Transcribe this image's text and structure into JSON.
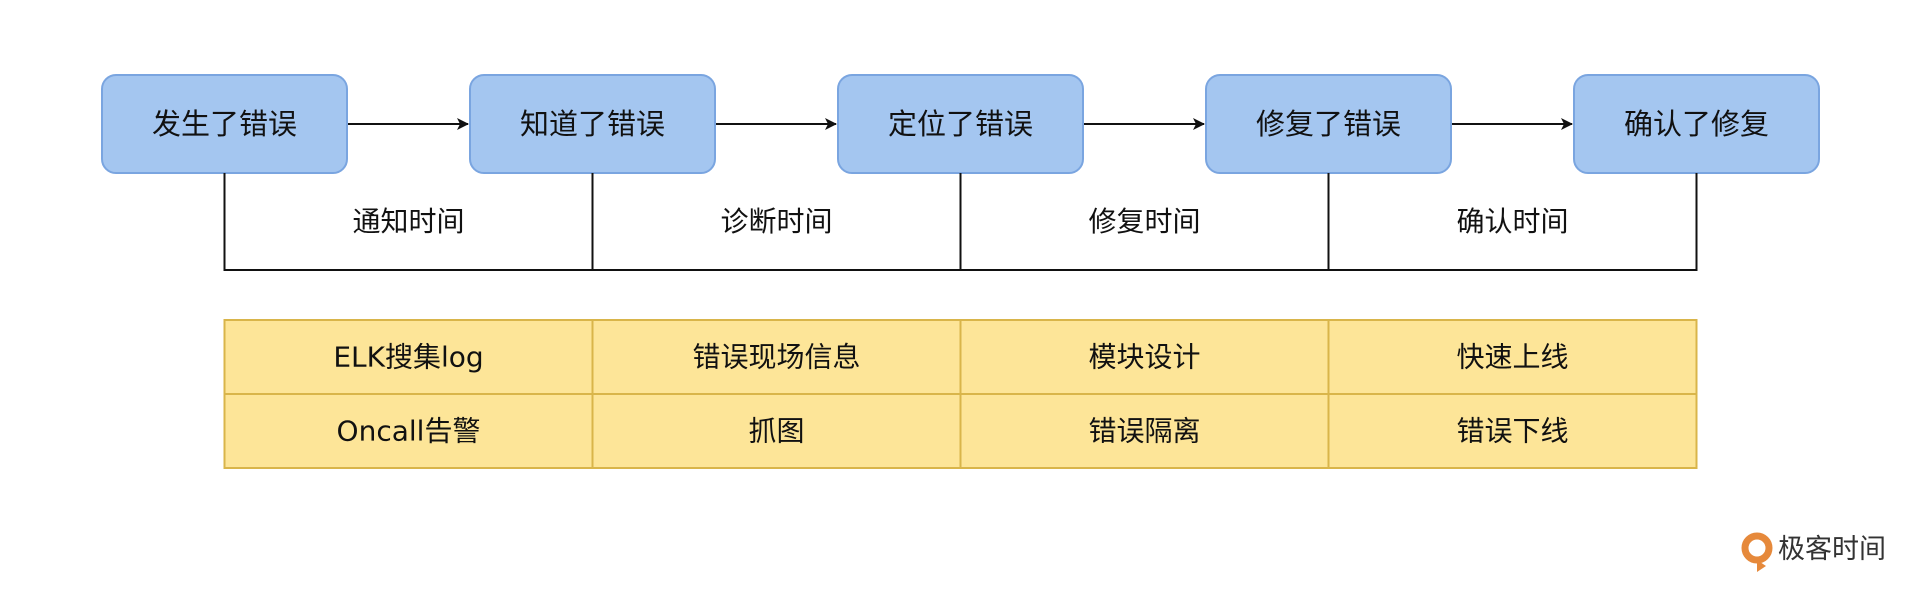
{
  "stages": [
    {
      "label": "发生了错误"
    },
    {
      "label": "知道了错误"
    },
    {
      "label": "定位了错误"
    },
    {
      "label": "修复了错误"
    },
    {
      "label": "确认了修复"
    }
  ],
  "phases": [
    {
      "label": "通知时间",
      "items": [
        "ELK搜集log",
        "Oncall告警"
      ]
    },
    {
      "label": "诊断时间",
      "items": [
        "错误现场信息",
        "抓图"
      ]
    },
    {
      "label": "修复时间",
      "items": [
        "模块设计",
        "错误隔离"
      ]
    },
    {
      "label": "确认时间",
      "items": [
        "快速上线",
        "错误下线"
      ]
    }
  ],
  "logo": {
    "text": "极客时间",
    "icon": "geektime-logo-icon"
  },
  "colors": {
    "stage_fill": "#a4c6f0",
    "stage_stroke": "#7aa5e0",
    "item_fill": "#fde598",
    "item_stroke": "#d9b54a",
    "line": "#111111",
    "logo_accent": "#e6893b"
  }
}
